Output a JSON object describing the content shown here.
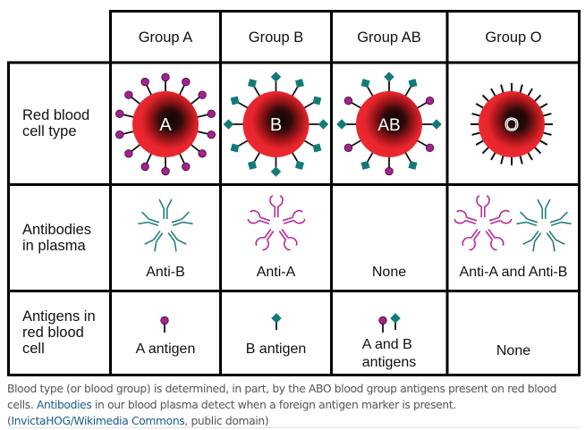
{
  "table": {
    "columns": [
      "Group A",
      "Group B",
      "Group AB",
      "Group O"
    ],
    "rows": [
      {
        "label_lines": [
          "Red blood",
          "cell type"
        ]
      },
      {
        "label_lines": [
          "Antibodies",
          "in plasma"
        ]
      },
      {
        "label_lines": [
          "Antigens in",
          "red blood",
          "cell"
        ]
      }
    ],
    "cells": [
      {
        "group": "A",
        "cell_letter": "A",
        "antibodies": "Anti-B",
        "antigen_lines": [
          "A antigen"
        ]
      },
      {
        "group": "B",
        "cell_letter": "B",
        "antibodies": "Anti-A",
        "antigen_lines": [
          "B antigen"
        ]
      },
      {
        "group": "AB",
        "cell_letter": "AB",
        "antibodies": "None",
        "antigen_lines": [
          "A and B",
          "antigens"
        ]
      },
      {
        "group": "O",
        "cell_letter": "O",
        "antibodies": "Anti-A and Anti-B",
        "antigen_lines": [
          "None"
        ]
      }
    ]
  },
  "caption": {
    "text_1": "Blood type (or blood group) is determined, in part, by the ABO blood group antigens present on red blood cells. ",
    "link_1": "Antibodies",
    "text_2": " in our blood plasma detect when a foreign antigen marker is present. (",
    "link_2": "InvictaHOG/Wikimedia Commons",
    "text_3": ", public domain)"
  },
  "colors": {
    "a_antigen": "#a3228e",
    "b_antigen": "#137a78",
    "anti_a": "#b52b9c",
    "anti_b": "#237f80",
    "cell_red": "#e8252d",
    "border": "#000000",
    "link": "#1a5c8c"
  }
}
